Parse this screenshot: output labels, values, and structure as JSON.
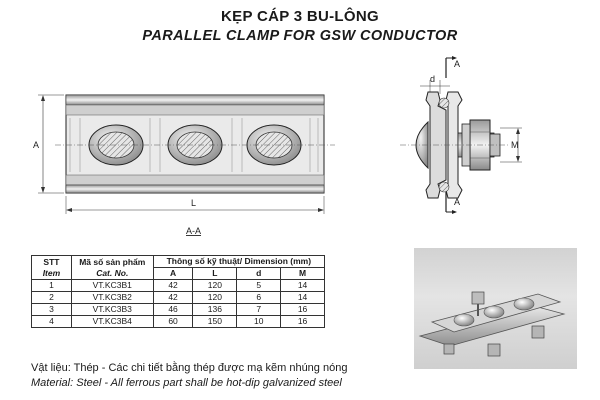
{
  "header": {
    "title_vn": "KẸP CÁP 3 BU-LÔNG",
    "title_en": "PARALLEL CLAMP FOR GSW CONDUCTOR"
  },
  "drawing": {
    "dim_A": "A",
    "dim_L": "L",
    "dim_M": "M",
    "dim_d": "d",
    "section_label": "A-A",
    "cut_label": "A"
  },
  "table": {
    "col_stt": "STT",
    "col_stt_en": "Item",
    "col_code": "Mã số sản phẩm",
    "col_code_en": "Cat. No.",
    "col_dim": "Thông số kỹ thuật/ Dimension (mm)",
    "dim_headers": [
      "A",
      "L",
      "d",
      "M"
    ],
    "rows": [
      {
        "stt": "1",
        "code": "VT.KC3B1",
        "A": "42",
        "L": "120",
        "d": "5",
        "M": "14"
      },
      {
        "stt": "2",
        "code": "VT.KC3B2",
        "A": "42",
        "L": "120",
        "d": "6",
        "M": "14"
      },
      {
        "stt": "3",
        "code": "VT.KC3B3",
        "A": "46",
        "L": "136",
        "d": "7",
        "M": "16"
      },
      {
        "stt": "4",
        "code": "VT.KC3B4",
        "A": "60",
        "L": "150",
        "d": "10",
        "M": "16"
      }
    ]
  },
  "material": {
    "vn": "Vật liệu: Thép - Các chi tiết bằng thép được mạ kẽm nhúng nóng",
    "en": "Material: Steel - All ferrous part shall be hot-dip galvanized steel"
  }
}
